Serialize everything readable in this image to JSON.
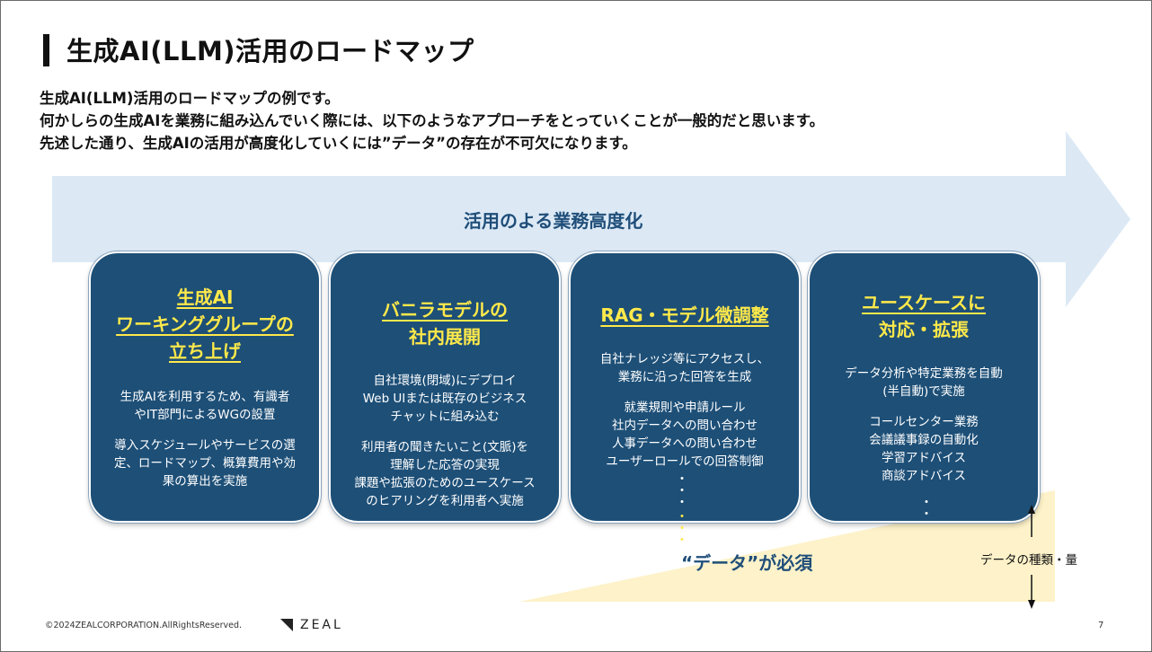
{
  "slide": {
    "title": "生成AI(LLM)活用のロードマップ",
    "intro": [
      "生成AI(LLM)活用のロードマップの例です。",
      "何かしらの生成AIを業務に組み込んでいく際には、以下のようなアプローチをとっていくことが一般的だと思います。",
      "先述した通り、生成AIの活用が高度化していくには”データ”の存在が不可欠になります。"
    ],
    "arrow_label": "活用のよる業務高度化",
    "cards": [
      {
        "title": [
          "生成AI",
          "ワーキンググループの",
          "立ち上げ"
        ],
        "body": [
          [
            "生成AIを利用するため、有識者",
            "やIT部門によるWGの設置"
          ],
          [
            "導入スケジュールやサービスの選",
            "定、ロードマップ、概算費用や効",
            "果の算出を実施"
          ]
        ]
      },
      {
        "title": [
          "バニラモデルの",
          "社内展開"
        ],
        "body": [
          [
            "自社環境(閉域)にデプロイ",
            "Web UIまたは既存のビジネス",
            "チャットに組み込む"
          ],
          [
            "利用者の聞きたいこと(文脈)を",
            "理解した応答の実現",
            "課題や拡張のためのユースケース",
            "のヒアリングを利用者へ実施"
          ]
        ]
      },
      {
        "title": [
          "RAG・モデル微調整"
        ],
        "body": [
          [
            "自社ナレッジ等にアクセスし、",
            "業務に沿った回答を生成"
          ],
          [
            "就業規則や申請ルール",
            "社内データへの問い合わせ",
            "人事データへの問い合わせ",
            "ユーザーロールでの回答制御"
          ]
        ]
      },
      {
        "title": [
          "ユースケースに",
          "対応・拡張"
        ],
        "body": [
          [
            "データ分析や特定業務を自動",
            "(半自動)で実施"
          ],
          [
            "コールセンター業務",
            "会議議事録の自動化",
            "学習アドバイス",
            "商談アドバイス"
          ]
        ]
      }
    ],
    "data_label": "“データ”が必須",
    "volume_label": "データの種類・量",
    "footer": {
      "copyright": "©2024ZEALCORPORATION.AllRightsReserved.",
      "logo_text": "ZEAL",
      "page_number": "7"
    }
  },
  "colors": {
    "card_bg": "#1d4f77",
    "card_title": "#ffe94a",
    "arrow_fill": "#dce9f5",
    "accent_text": "#1f4e79",
    "data_wedge": "#fdf2c9"
  }
}
